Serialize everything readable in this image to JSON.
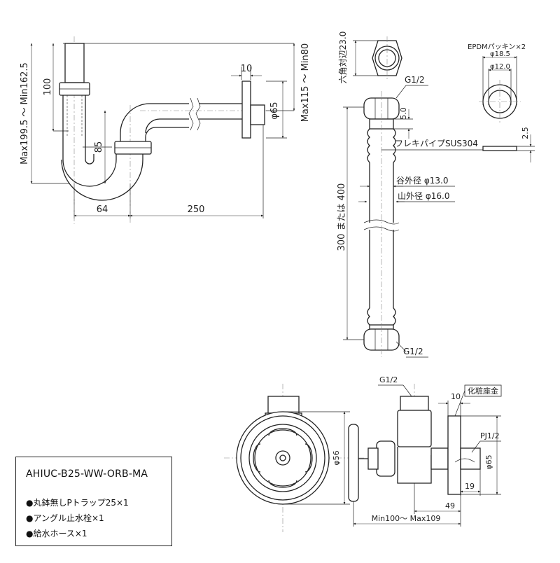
{
  "trap": {
    "max_min_height": "Max199.5 ～ Min162.5",
    "dim_100": "100",
    "dim_85": "85",
    "dim_64": "64",
    "dim_250": "250",
    "dim_10": "10",
    "dim_phi65": "φ65",
    "max_min_wall": "Max115 ～ Min80"
  },
  "hose": {
    "hex_size": "六角対辺23.0",
    "g_top": "G1/2",
    "dim_5": "5.0",
    "flex_pipe": "フレキパイプSUS304",
    "valley_dia": "谷外径 φ13.0",
    "peak_dia": "山外径 φ16.0",
    "length": "300 または 400",
    "g_bottom": "G1/2"
  },
  "packing": {
    "title": "EPDMパッキン×2",
    "outer": "φ18.5",
    "inner": "φ12.0",
    "thickness": "2.5"
  },
  "valve": {
    "g_top": "G1/2",
    "phi56": "φ56",
    "cosmetic_seat": "化粧座金",
    "dim_10": "10",
    "pj": "PJ1/2",
    "phi65": "φ65",
    "dim_19": "19",
    "dim_49": "49",
    "range": "Min100～ Max109"
  },
  "legend": {
    "model": "AHIUC-B25-WW-ORB-MA",
    "items": [
      "●丸鉢無しPトラップ25×1",
      "●アングル止水栓×1",
      "●給水ホース×1"
    ]
  }
}
